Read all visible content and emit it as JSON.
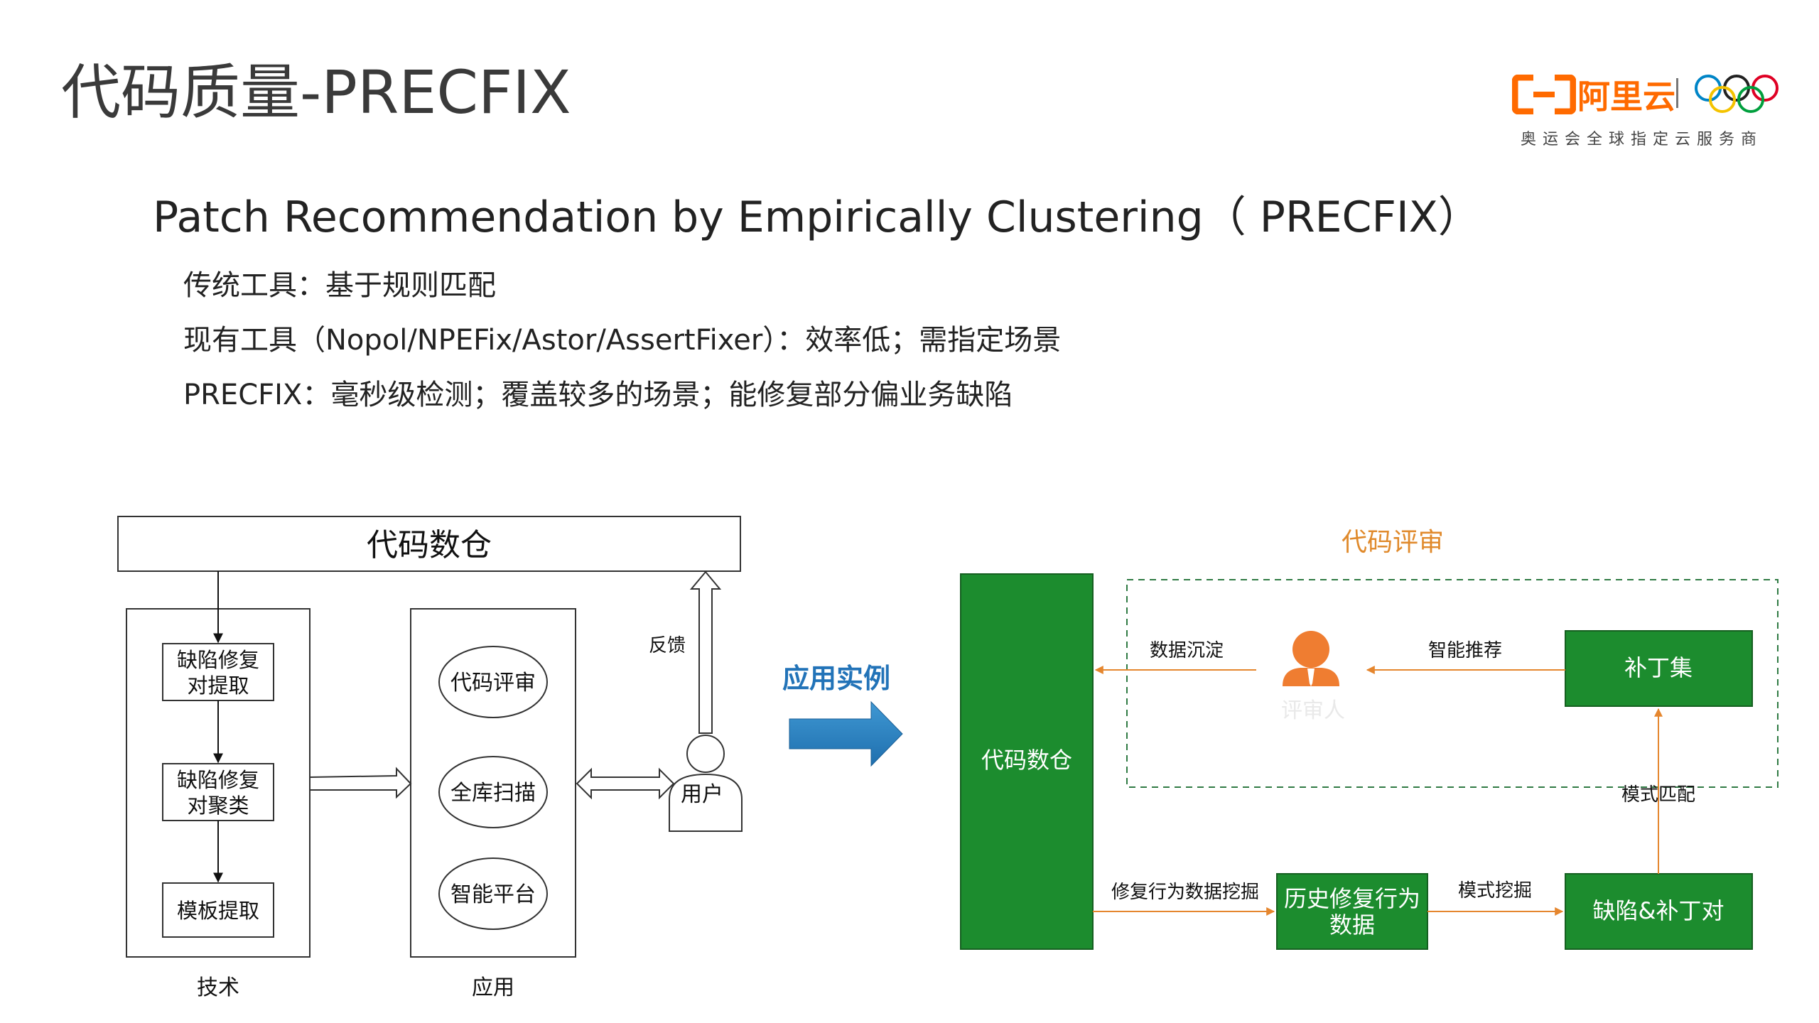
{
  "title": "代码质量-PRECFIX",
  "brand": {
    "name": "阿里云",
    "tagline": "奥运会全球指定云服务商",
    "logo_icon": "aliyun-logo-icon",
    "rings_icon": "olympic-rings-icon",
    "orange": "#ff6a00"
  },
  "subtitle": "Patch Recommendation by Empirically Clustering（  PRECFIX）",
  "bullets": [
    "传统工具：基于规则匹配",
    "现有工具（Nopol/NPEFix/Astor/AssertFixer）：效率低；需指定场景",
    "PRECFIX：毫秒级检测；覆盖较多的场景；能修复部分偏业务缺陷"
  ],
  "left_diagram": {
    "warehouse": "代码数仓",
    "tech_steps": [
      [
        "缺陷修复",
        "对提取"
      ],
      [
        "缺陷修复",
        "对聚类"
      ],
      [
        "模板提取"
      ]
    ],
    "tech_label": "技术",
    "apps": [
      "代码评审",
      "全库扫描",
      "智能平台"
    ],
    "app_label": "应用",
    "feedback": "反馈",
    "user": "用户"
  },
  "transition_label": "应用实例",
  "right_diagram": {
    "review_title": "代码评审",
    "warehouse": "代码数仓",
    "reviewer": "评审人",
    "patch_set": "补丁集",
    "defect_patch": "缺陷&补丁对",
    "history": [
      "历史修复行为",
      "数据"
    ],
    "edges": {
      "precipitation": "数据沉淀",
      "recommend": "智能推荐",
      "pattern_match": "模式匹配",
      "mining": "修复行为数据挖掘",
      "pattern_mining": "模式挖掘"
    },
    "colors": {
      "green": "#1c8c2e",
      "orange_line": "#e5862e",
      "title_orange": "#e08a2c",
      "dash": "#2f7a43",
      "person": "#ef7d31"
    }
  }
}
